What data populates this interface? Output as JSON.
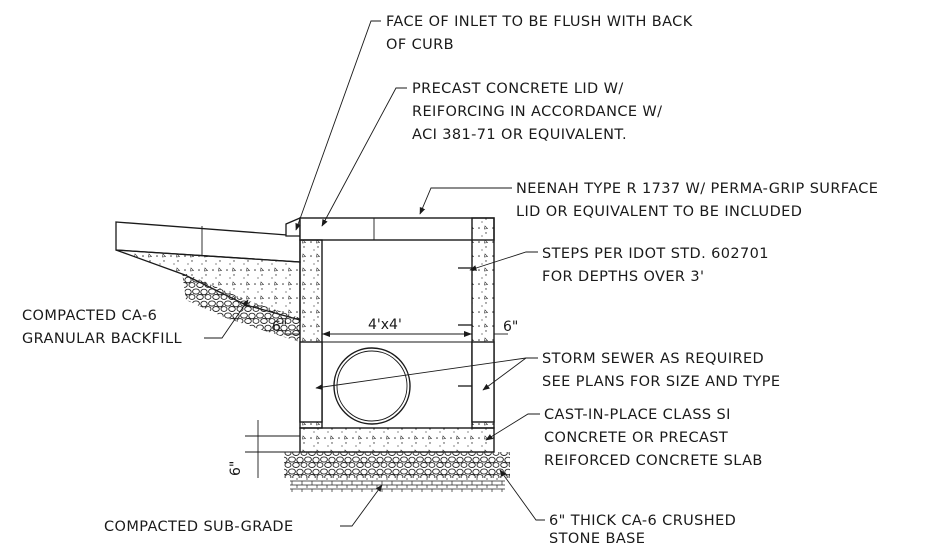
{
  "notes": {
    "inlet_face": [
      "FACE OF INLET TO BE FLUSH WITH BACK",
      "OF CURB"
    ],
    "lid": [
      "PRECAST CONCRETE LID W/",
      "REIFORCING IN ACCORDANCE W/",
      "ACI 381-71 OR EQUIVALENT."
    ],
    "neenah": [
      "NEENAH TYPE R 1737 W/ PERMA-GRIP SURFACE",
      "LID OR EQUIVALENT TO BE INCLUDED"
    ],
    "steps": [
      "STEPS PER IDOT STD. 602701",
      "FOR DEPTHS OVER 3'"
    ],
    "backfill": [
      "COMPACTED CA-6",
      "GRANULAR BACKFILL"
    ],
    "sewer": [
      "STORM SEWER AS REQUIRED",
      "SEE PLANS FOR SIZE AND TYPE"
    ],
    "slab": [
      "CAST-IN-PLACE CLASS SI",
      "CONCRETE OR PRECAST",
      "REIFORCED CONCRETE SLAB"
    ],
    "subgrade": "COMPACTED SUB-GRADE",
    "stone_base": [
      "6\" THICK CA-6 CRUSHED",
      "STONE BASE"
    ]
  },
  "dimensions": {
    "wall_left": "6\"",
    "wall_right": "6\"",
    "inside_size": "4'x4'",
    "base_thickness": "6\""
  }
}
